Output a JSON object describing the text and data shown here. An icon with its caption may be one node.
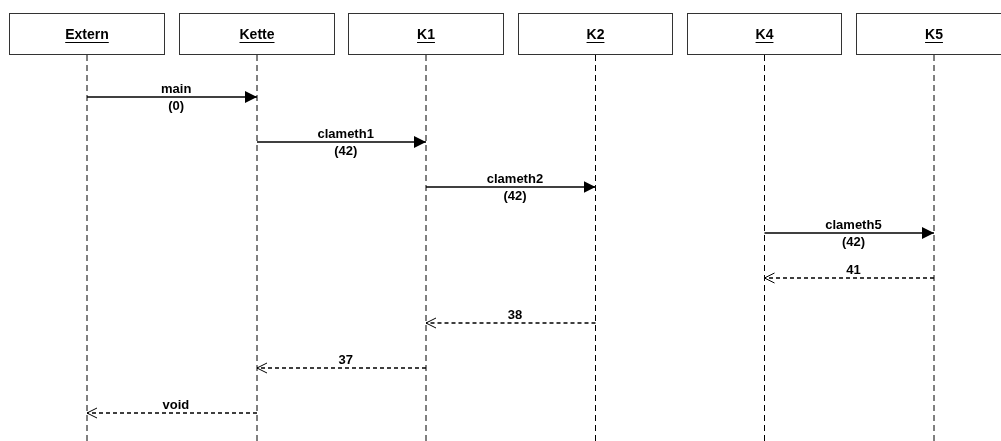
{
  "diagram": {
    "nodes": [
      {
        "text": [
          "Extern"
        ]
      },
      {
        "text": [
          "Kette"
        ]
      },
      {
        "text": [
          "K1"
        ]
      },
      {
        "text": [
          "K2"
        ]
      },
      {
        "text": [
          "K4"
        ]
      },
      {
        "text": [
          "K5"
        ]
      }
    ],
    "edges": [
      {
        "from": 0,
        "to": 1,
        "arrow": "to",
        "label": "main (0)"
      },
      {
        "from": 1,
        "to": 2,
        "arrow": "to",
        "label": "clameth1 (42)"
      },
      {
        "from": 2,
        "to": 3,
        "arrow": "to",
        "label": "clameth2 (42)"
      },
      {
        "from": 4,
        "to": 5,
        "arrow": "to",
        "label": "clameth5 (42)"
      },
      {
        "from": 5,
        "to": 4,
        "arrow": "to",
        "label": "41",
        "style": "dashed"
      },
      {
        "from": 3,
        "to": 2,
        "arrow": "to",
        "label": "38",
        "style": "dashed"
      },
      {
        "from": 2,
        "to": 1,
        "arrow": "to",
        "label": "37",
        "style": "dashed"
      },
      {
        "from": 1,
        "to": 0,
        "arrow": "to",
        "label": "void",
        "style": "dashed"
      }
    ]
  }
}
